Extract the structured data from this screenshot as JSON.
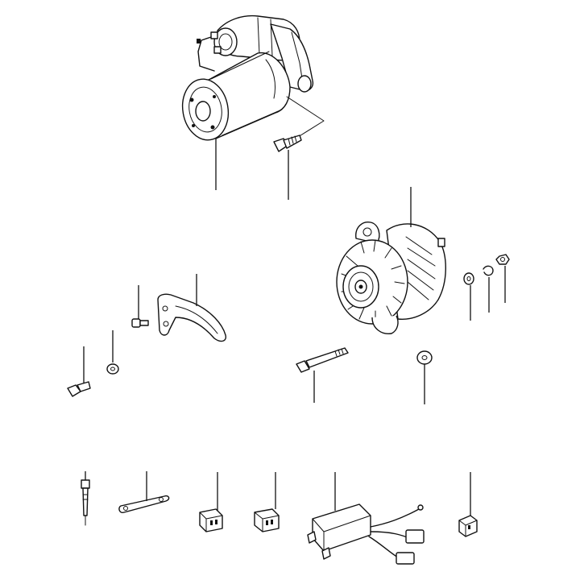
{
  "diagram": {
    "type": "exploded-parts-diagram",
    "colors": {
      "line": "#111111",
      "background": "#ffffff"
    },
    "parts": [
      {
        "name": "starter-motor"
      },
      {
        "name": "starter-mounting-bolt"
      },
      {
        "name": "alternator"
      },
      {
        "name": "adjusting-bracket"
      },
      {
        "name": "bracket-bolt"
      },
      {
        "name": "washer"
      },
      {
        "name": "mounting-bolt"
      },
      {
        "name": "long-through-bolt"
      },
      {
        "name": "plain-washer"
      },
      {
        "name": "flat-washer"
      },
      {
        "name": "spring-washer"
      },
      {
        "name": "nut"
      },
      {
        "name": "glow-plug"
      },
      {
        "name": "connecting-plate"
      },
      {
        "name": "relay"
      },
      {
        "name": "relay"
      },
      {
        "name": "glow-timer-unit"
      },
      {
        "name": "connector"
      }
    ]
  }
}
